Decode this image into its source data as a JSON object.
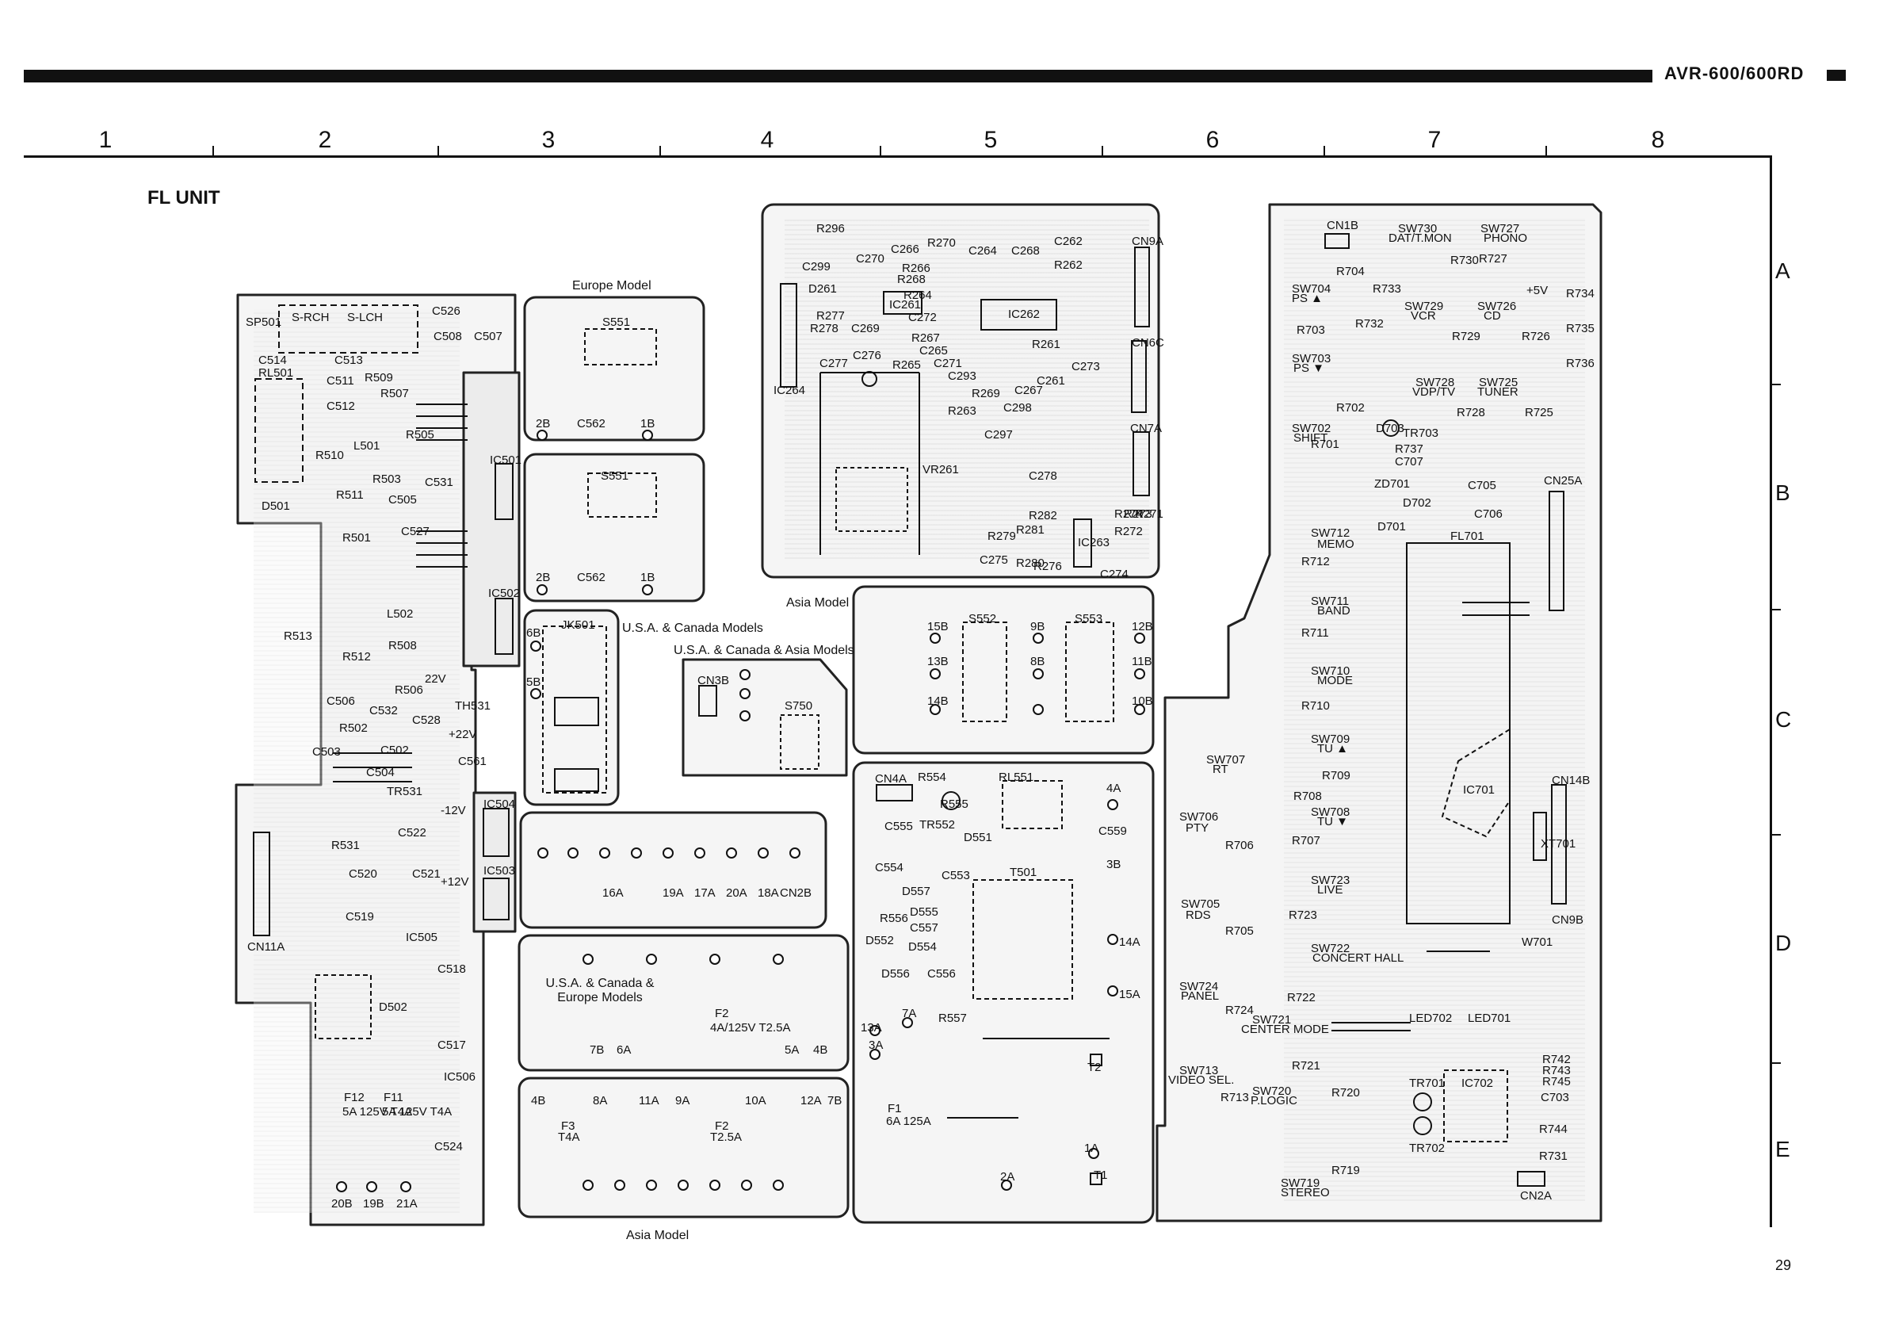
{
  "header": {
    "model": "AVR-600/600RD",
    "unit_title": "FL UNIT",
    "page_number": "29"
  },
  "grid": {
    "columns": [
      "1",
      "2",
      "3",
      "4",
      "5",
      "6",
      "7",
      "8"
    ],
    "rows": [
      "A",
      "B",
      "C",
      "D",
      "E"
    ]
  },
  "board_labels": {
    "europe_model": "Europe Model",
    "asia_model_1": "Asia Model",
    "usa_canada": "U.S.A. & Canada Models",
    "usa_canada_asia": "U.S.A. & Canada & Asia Models",
    "usa_canada_europe": "U.S.A. & Canada & Europe Models",
    "asia_model_2": "Asia Model"
  },
  "components": {
    "sp501": "SP501",
    "s_rch": "S-RCH",
    "s_lch": "S-LCH",
    "c526": "C526",
    "c507": "C507",
    "c508": "C508",
    "c514": "C514",
    "c513": "C513",
    "rl501": "RL501",
    "c511": "C511",
    "r509": "R509",
    "r507": "R507",
    "c512": "C512",
    "l501": "L501",
    "r510": "R510",
    "r505": "R505",
    "r503": "R503",
    "c531": "C531",
    "r511": "R511",
    "c505": "C505",
    "d501": "D501",
    "r501": "R501",
    "c527": "C527",
    "ic501": "IC501",
    "ic502": "IC502",
    "l502": "L502",
    "r513": "R513",
    "r508": "R508",
    "r512": "R512",
    "r506": "R506",
    "v22": "22V",
    "th531": "TH531",
    "c506": "C506",
    "c532": "C532",
    "r502": "R502",
    "c528": "C528",
    "v22b": "+22V",
    "c503": "C503",
    "c502": "C502",
    "c561": "C561",
    "c504": "C504",
    "tr531": "TR531",
    "vm12": "-12V",
    "ic504": "IC504",
    "c522": "C522",
    "r531": "R531",
    "c520": "C520",
    "c521": "C521",
    "vp12": "+12V",
    "ic503": "IC503",
    "c519": "C519",
    "ic505": "IC505",
    "cn11a": "CN11A",
    "c518": "C518",
    "d502": "D502",
    "c517": "C517",
    "ic506": "IC506",
    "f12": "F12",
    "f11": "F11",
    "f12v": "5A 125V T4A",
    "f11v": "5A 125V T4A",
    "c524": "C524",
    "p20b": "20B",
    "p19b": "19B",
    "p21a": "21A",
    "s551a": "S551",
    "p2b_a": "2B",
    "c562a": "C562",
    "p1b_a": "1B",
    "s551b": "S551",
    "p2b_b": "2B",
    "c562b": "C562",
    "p1b_b": "1B",
    "jk501": "JK501",
    "p6b": "6B",
    "p5b": "5B",
    "cn3b": "CN3B",
    "s750": "S750",
    "p16a": "16A",
    "p19a": "19A",
    "p17a": "17A",
    "p20a": "20A",
    "p18a": "18A",
    "cn2b": "CN2B",
    "f2a": "F2",
    "f2av": "4A/125V T2.5A",
    "p7b": "7B",
    "p6a": "6A",
    "p5a": "5A",
    "p4b": "4B",
    "p4b2": "4B",
    "p8a": "8A",
    "p11a": "11A",
    "p9a": "9A",
    "p10a": "10A",
    "p12a": "12A",
    "p7b2": "7B",
    "f3": "F3",
    "f3v": "T4A",
    "f2b": "F2",
    "f2bv": "T2.5A",
    "r296": "R296",
    "c299": "C299",
    "c266": "C266",
    "r270": "R270",
    "c264": "C264",
    "c268": "C268",
    "c262": "C262",
    "c270": "C270",
    "r266": "R266",
    "r262": "R262",
    "cn9a": "CN9A",
    "r268": "R268",
    "d261": "D261",
    "r264": "R264",
    "ic261": "IC261",
    "ic262": "IC262",
    "r277": "R277",
    "c272": "C272",
    "r278": "R278",
    "c269": "C269",
    "r267": "R267",
    "c265": "C265",
    "r261": "R261",
    "cn6c": "CN6C",
    "c277": "C277",
    "c276": "C276",
    "r265": "R265",
    "c271": "C271",
    "c261": "C261",
    "c273": "C273",
    "ic264": "IC264",
    "c293": "C293",
    "r269": "R269",
    "c267": "C267",
    "r263": "R263",
    "c298": "C298",
    "cn7a": "CN7A",
    "c297": "C297",
    "vr261": "VR261",
    "c278": "C278",
    "r282": "R282",
    "r274": "R274",
    "r273": "R273",
    "r272": "R272",
    "r271": "R271",
    "r279": "R279",
    "r281": "R281",
    "ic263": "IC263",
    "c275": "C275",
    "r280": "R280",
    "r276": "R276",
    "c274": "C274",
    "s552": "S552",
    "s553": "S553",
    "p15b": "15B",
    "p13b": "13B",
    "p14b": "14B",
    "p9b": "9B",
    "p8b": "8B",
    "p12b": "12B",
    "p11b": "11B",
    "p10b": "10B",
    "cn4a": "CN4A",
    "r554": "R554",
    "rl551": "RL551",
    "r555": "R555",
    "tr552": "TR552",
    "p4a": "4A",
    "c555": "C555",
    "d551": "D551",
    "c559": "C559",
    "c554": "C554",
    "p3b": "3B",
    "c553": "C553",
    "d557": "D557",
    "t501": "T501",
    "d555": "D555",
    "r556": "R556",
    "c557": "C557",
    "d552": "D552",
    "d554": "D554",
    "p14a": "14A",
    "d556": "D556",
    "c556": "C556",
    "p15a": "15A",
    "p7a": "7A",
    "r557": "R557",
    "p13a": "13A",
    "p3a": "3A",
    "t2": "T2",
    "f1": "F1",
    "f1v": "6A 125A",
    "p1a": "1A",
    "p2a": "2A",
    "t1": "T1",
    "cn1b": "CN1B",
    "sw730": "SW730",
    "sw730n": "DAT/T.MON",
    "sw727": "SW727",
    "sw727n": "PHONO",
    "r704": "R704",
    "r730": "R730",
    "r727": "R727",
    "sw704": "SW704",
    "sw704n": "PS ▲",
    "r732": "R732",
    "r733": "R733",
    "sw729": "SW729",
    "sw729n": "VCR",
    "sw726": "SW726",
    "sw726n": "CD",
    "v5": "+5V",
    "r734": "R734",
    "r703": "R703",
    "r729": "R729",
    "r726": "R726",
    "r735": "R735",
    "sw703": "SW703",
    "sw703n": "PS ▼",
    "r736": "R736",
    "sw728": "SW728",
    "sw728n": "VDP/TV",
    "sw725": "SW725",
    "sw725n": "TUNER",
    "r702": "R702",
    "r728": "R728",
    "r725": "R725",
    "sw702": "SW702",
    "sw702n": "SHIFT",
    "tr703": "TR703",
    "r701": "R701",
    "r737": "R737",
    "c707": "C707",
    "d703": "D703",
    "zd701": "ZD701",
    "d702": "D702",
    "c705": "C705",
    "c706": "C706",
    "cn25a": "CN25A",
    "d701": "D701",
    "fl701": "FL701",
    "sw712": "SW712",
    "sw712n": "MEMO",
    "r712": "R712",
    "sw711": "SW711",
    "sw711n": "BAND",
    "r711": "R711",
    "sw710": "SW710",
    "sw710n": "MODE",
    "r710": "R710",
    "sw709": "SW709",
    "sw709n": "TU ▲",
    "sw707": "SW707",
    "sw707n": "RT",
    "r709": "R709",
    "ic701": "IC701",
    "cn14b": "CN14B",
    "r708": "R708",
    "sw708": "SW708",
    "sw708n": "TU ▼",
    "sw706": "SW706",
    "sw706n": "PTY",
    "r707": "R707",
    "r706": "R706",
    "xt701": "XT701",
    "sw723": "SW723",
    "sw723n": "LIVE",
    "sw705": "SW705",
    "sw705n": "RDS",
    "r723": "R723",
    "r705": "R705",
    "cn9b": "CN9B",
    "w701": "W701",
    "sw722": "SW722",
    "sw722n": "CONCERT HALL",
    "sw724": "SW724",
    "sw724n": "PANEL",
    "r722": "R722",
    "r724": "R724",
    "sw721": "SW721",
    "sw721n": "CENTER MODE",
    "led702": "LED702",
    "led701": "LED701",
    "r721": "R721",
    "r742": "R742",
    "r743": "R743",
    "r745": "R745",
    "sw713": "SW713",
    "sw713n": "VIDEO SEL.",
    "sw720": "SW720",
    "sw720n": "P.LOGIC",
    "r720": "R720",
    "tr701": "TR701",
    "ic702": "IC702",
    "c703": "C703",
    "r713": "R713",
    "r744": "R744",
    "tr702": "TR702",
    "r731": "R731",
    "r719": "R719",
    "sw719": "SW719",
    "sw719n": "STEREO",
    "cn2a": "CN2A"
  }
}
